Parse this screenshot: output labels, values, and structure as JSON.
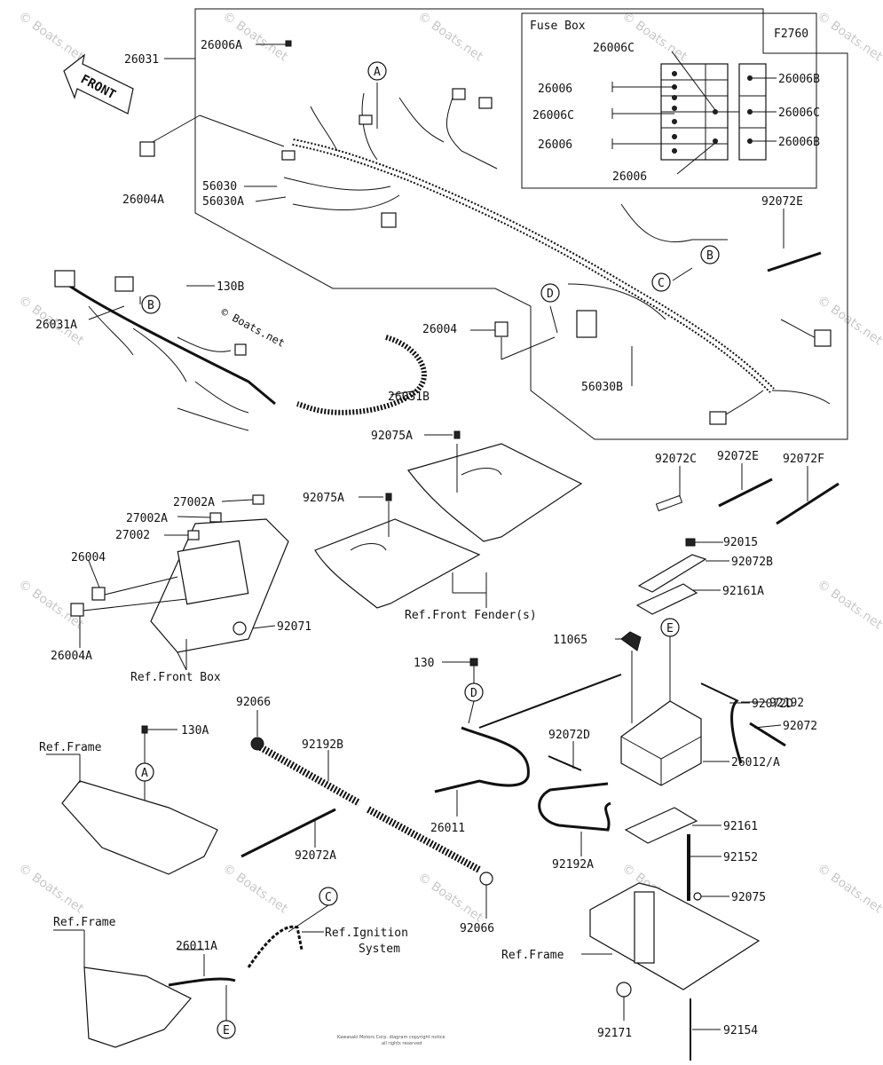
{
  "diagram_code": "F2760",
  "fuse_box": {
    "title": "Fuse Box",
    "labels": [
      "26006C",
      "26006",
      "26006C",
      "26006",
      "26006",
      "26006B",
      "26006C",
      "26006B"
    ]
  },
  "front_arrow": "FRONT",
  "circle_refs": [
    "A",
    "B",
    "C",
    "D",
    "A",
    "D",
    "C",
    "E",
    "E",
    "B"
  ],
  "part_labels": [
    "26031",
    "26006A",
    "26004A",
    "56030",
    "56030A",
    "26031A",
    "130B",
    "26031B",
    "26004",
    "56030B",
    "92072E",
    "92075A",
    "92075A",
    "92072C",
    "92072E",
    "92072F",
    "27002A",
    "27002A",
    "27002",
    "26004",
    "26004A",
    "92071",
    "92015",
    "92072B",
    "92161A",
    "11065",
    "130",
    "92072D",
    "92192",
    "92072",
    "92072D",
    "26012/A",
    "92066",
    "92192B",
    "130A",
    "92072A",
    "26011",
    "92192A",
    "92161",
    "92152",
    "92075",
    "92066",
    "26011A",
    "92171",
    "92154"
  ],
  "ref_labels": [
    "Ref.Front Fender(s)",
    "Ref.Front Box",
    "Ref.Frame",
    "Ref.Frame",
    "Ref.Ignition",
    "System",
    "Ref.Frame"
  ],
  "watermark": "© Boats.net",
  "copyright_lines": [
    "Kawasaki Motors Corp. diagram copyright notice",
    "all rights reserved"
  ]
}
